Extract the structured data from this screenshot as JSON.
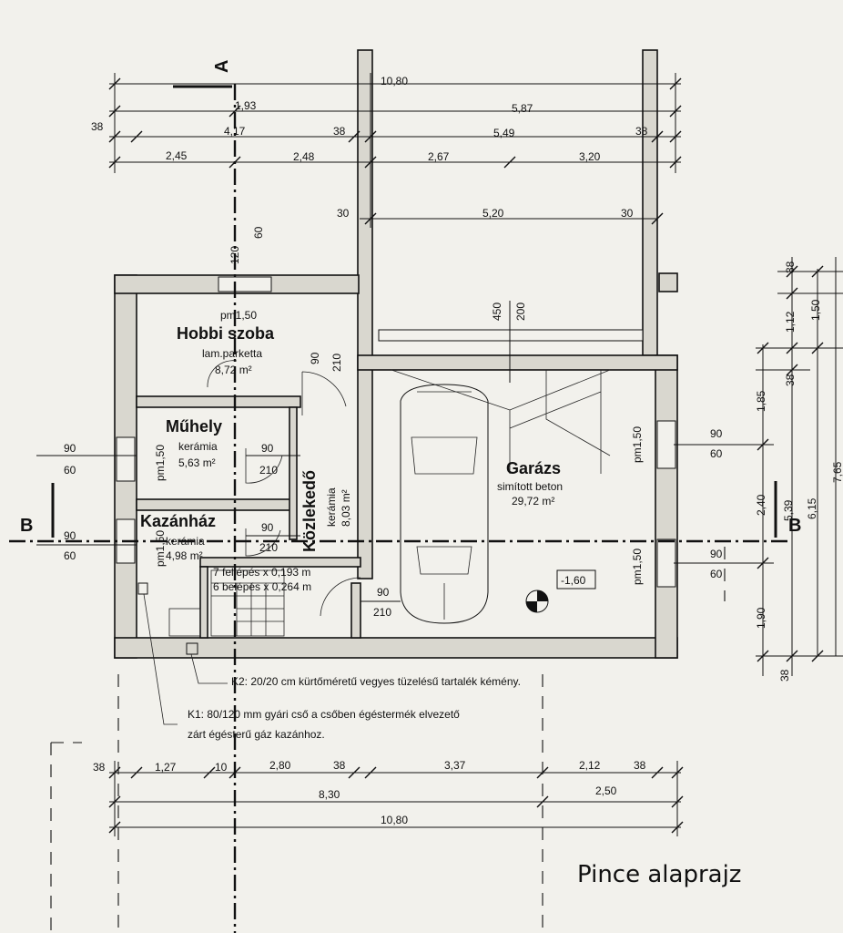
{
  "title": "Pince alaprajz",
  "section_markers": {
    "a": "A",
    "b_left": "B",
    "b_right": "B"
  },
  "rooms": {
    "hobbi": {
      "name": "Hobbi szoba",
      "floor": "lam.parketta",
      "area": "8,72 m²",
      "height": "pm1,50"
    },
    "muhely": {
      "name": "Műhely",
      "floor": "kerámia",
      "area": "5,63 m²",
      "height": "pm1,50"
    },
    "kazanhaz": {
      "name": "Kazánház",
      "floor": "kerámia",
      "area": "4,98 m²",
      "height": "pm1,50"
    },
    "kozlekedo": {
      "name": "Közlekedő",
      "floor": "kerámia",
      "area": "8,03 m²"
    },
    "garazs": {
      "name": "Garázs",
      "floor": "simított beton",
      "area": "29,72 m²",
      "height_top": "pm1,50",
      "height_bottom": "pm1,50",
      "level": "-1,60"
    }
  },
  "stairs": {
    "line1": "7 fellépés x 0,193 m",
    "line2": "6 belépés x 0,264 m"
  },
  "notes": {
    "k2": "K2: 20/20 cm kürtőméretű vegyes tüzelésű tartalék kémény.",
    "k1_line1": "K1: 80/120 mm gyári cső a csőben égéstermék elvezető",
    "k1_line2": "zárt égésterű gáz kazánhoz."
  },
  "dims_top": {
    "r1": [
      "10,80"
    ],
    "r2": [
      "1,93",
      "5,87"
    ],
    "r3": [
      "38",
      "4,17",
      "38",
      "5,49",
      "38"
    ],
    "r4": [
      "2,45",
      "2,48",
      "2,67",
      "3,20"
    ],
    "r5": [
      "30",
      "5,20",
      "30"
    ],
    "vertical": [
      "120",
      "60",
      "450",
      "200"
    ]
  },
  "dims_bottom": {
    "r1": [
      "38",
      "1,27",
      "10",
      "2,80",
      "38",
      "3,37",
      "2,12",
      "38"
    ],
    "r2": [
      "8,30",
      "2,50"
    ],
    "r3": [
      "10,80"
    ]
  },
  "dims_right": {
    "c1": [
      "38",
      "1,12",
      "38",
      "1,85",
      "2,40",
      "1,90",
      "38"
    ],
    "c2": [
      "1,50",
      "5,39"
    ],
    "c3": [
      "6,15"
    ],
    "c4": [
      "7,65"
    ]
  },
  "openings": {
    "hobbi_door": [
      "90",
      "210"
    ],
    "muhely_door": [
      "90",
      "210"
    ],
    "kazan_door": [
      "90",
      "210"
    ],
    "garage_door": [
      "90",
      "210"
    ],
    "left_win1": [
      "90",
      "60"
    ],
    "left_win2": [
      "90",
      "60"
    ],
    "right_win1": [
      "90",
      "60"
    ],
    "right_win2": [
      "90",
      "60"
    ]
  }
}
